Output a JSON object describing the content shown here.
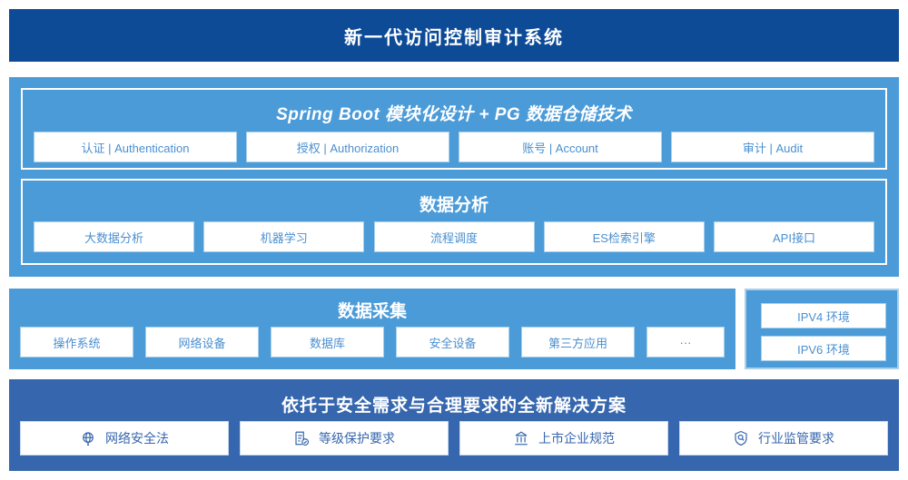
{
  "header": {
    "title": "新一代访问控制审计系统"
  },
  "platform": {
    "module": {
      "title": "Spring Boot 模块化设计 + PG 数据仓储技术",
      "cards": [
        "认证 | Authentication",
        "授权 | Authorization",
        "账号 | Account",
        "审计 | Audit"
      ]
    },
    "analysis": {
      "title": "数据分析",
      "cards": [
        "大数据分析",
        "机器学习",
        "流程调度",
        "ES检索引擎",
        "API接口"
      ]
    }
  },
  "collection": {
    "title": "数据采集",
    "cards": [
      "操作系统",
      "网络设备",
      "数据库",
      "安全设备",
      "第三方应用",
      "···"
    ]
  },
  "environment": {
    "cards": [
      "IPV4 环境",
      "IPV6 环境"
    ]
  },
  "solution": {
    "title": "依托于安全需求与合理要求的全新解决方案",
    "cards": [
      {
        "label": "网络安全法",
        "icon": "globe-icon"
      },
      {
        "label": "等级保护要求",
        "icon": "document-check-icon"
      },
      {
        "label": "上市企业规范",
        "icon": "bank-icon"
      },
      {
        "label": "行业监管要求",
        "icon": "shield-search-icon"
      }
    ]
  },
  "colors": {
    "header_navy": "#0d4b97",
    "panel_light_blue": "#4b9bd8",
    "panel_mid_blue": "#3666ad",
    "card_text_blue": "#4a8fd0",
    "solution_text_blue": "#3666ad",
    "card_bg": "#ffffff"
  }
}
